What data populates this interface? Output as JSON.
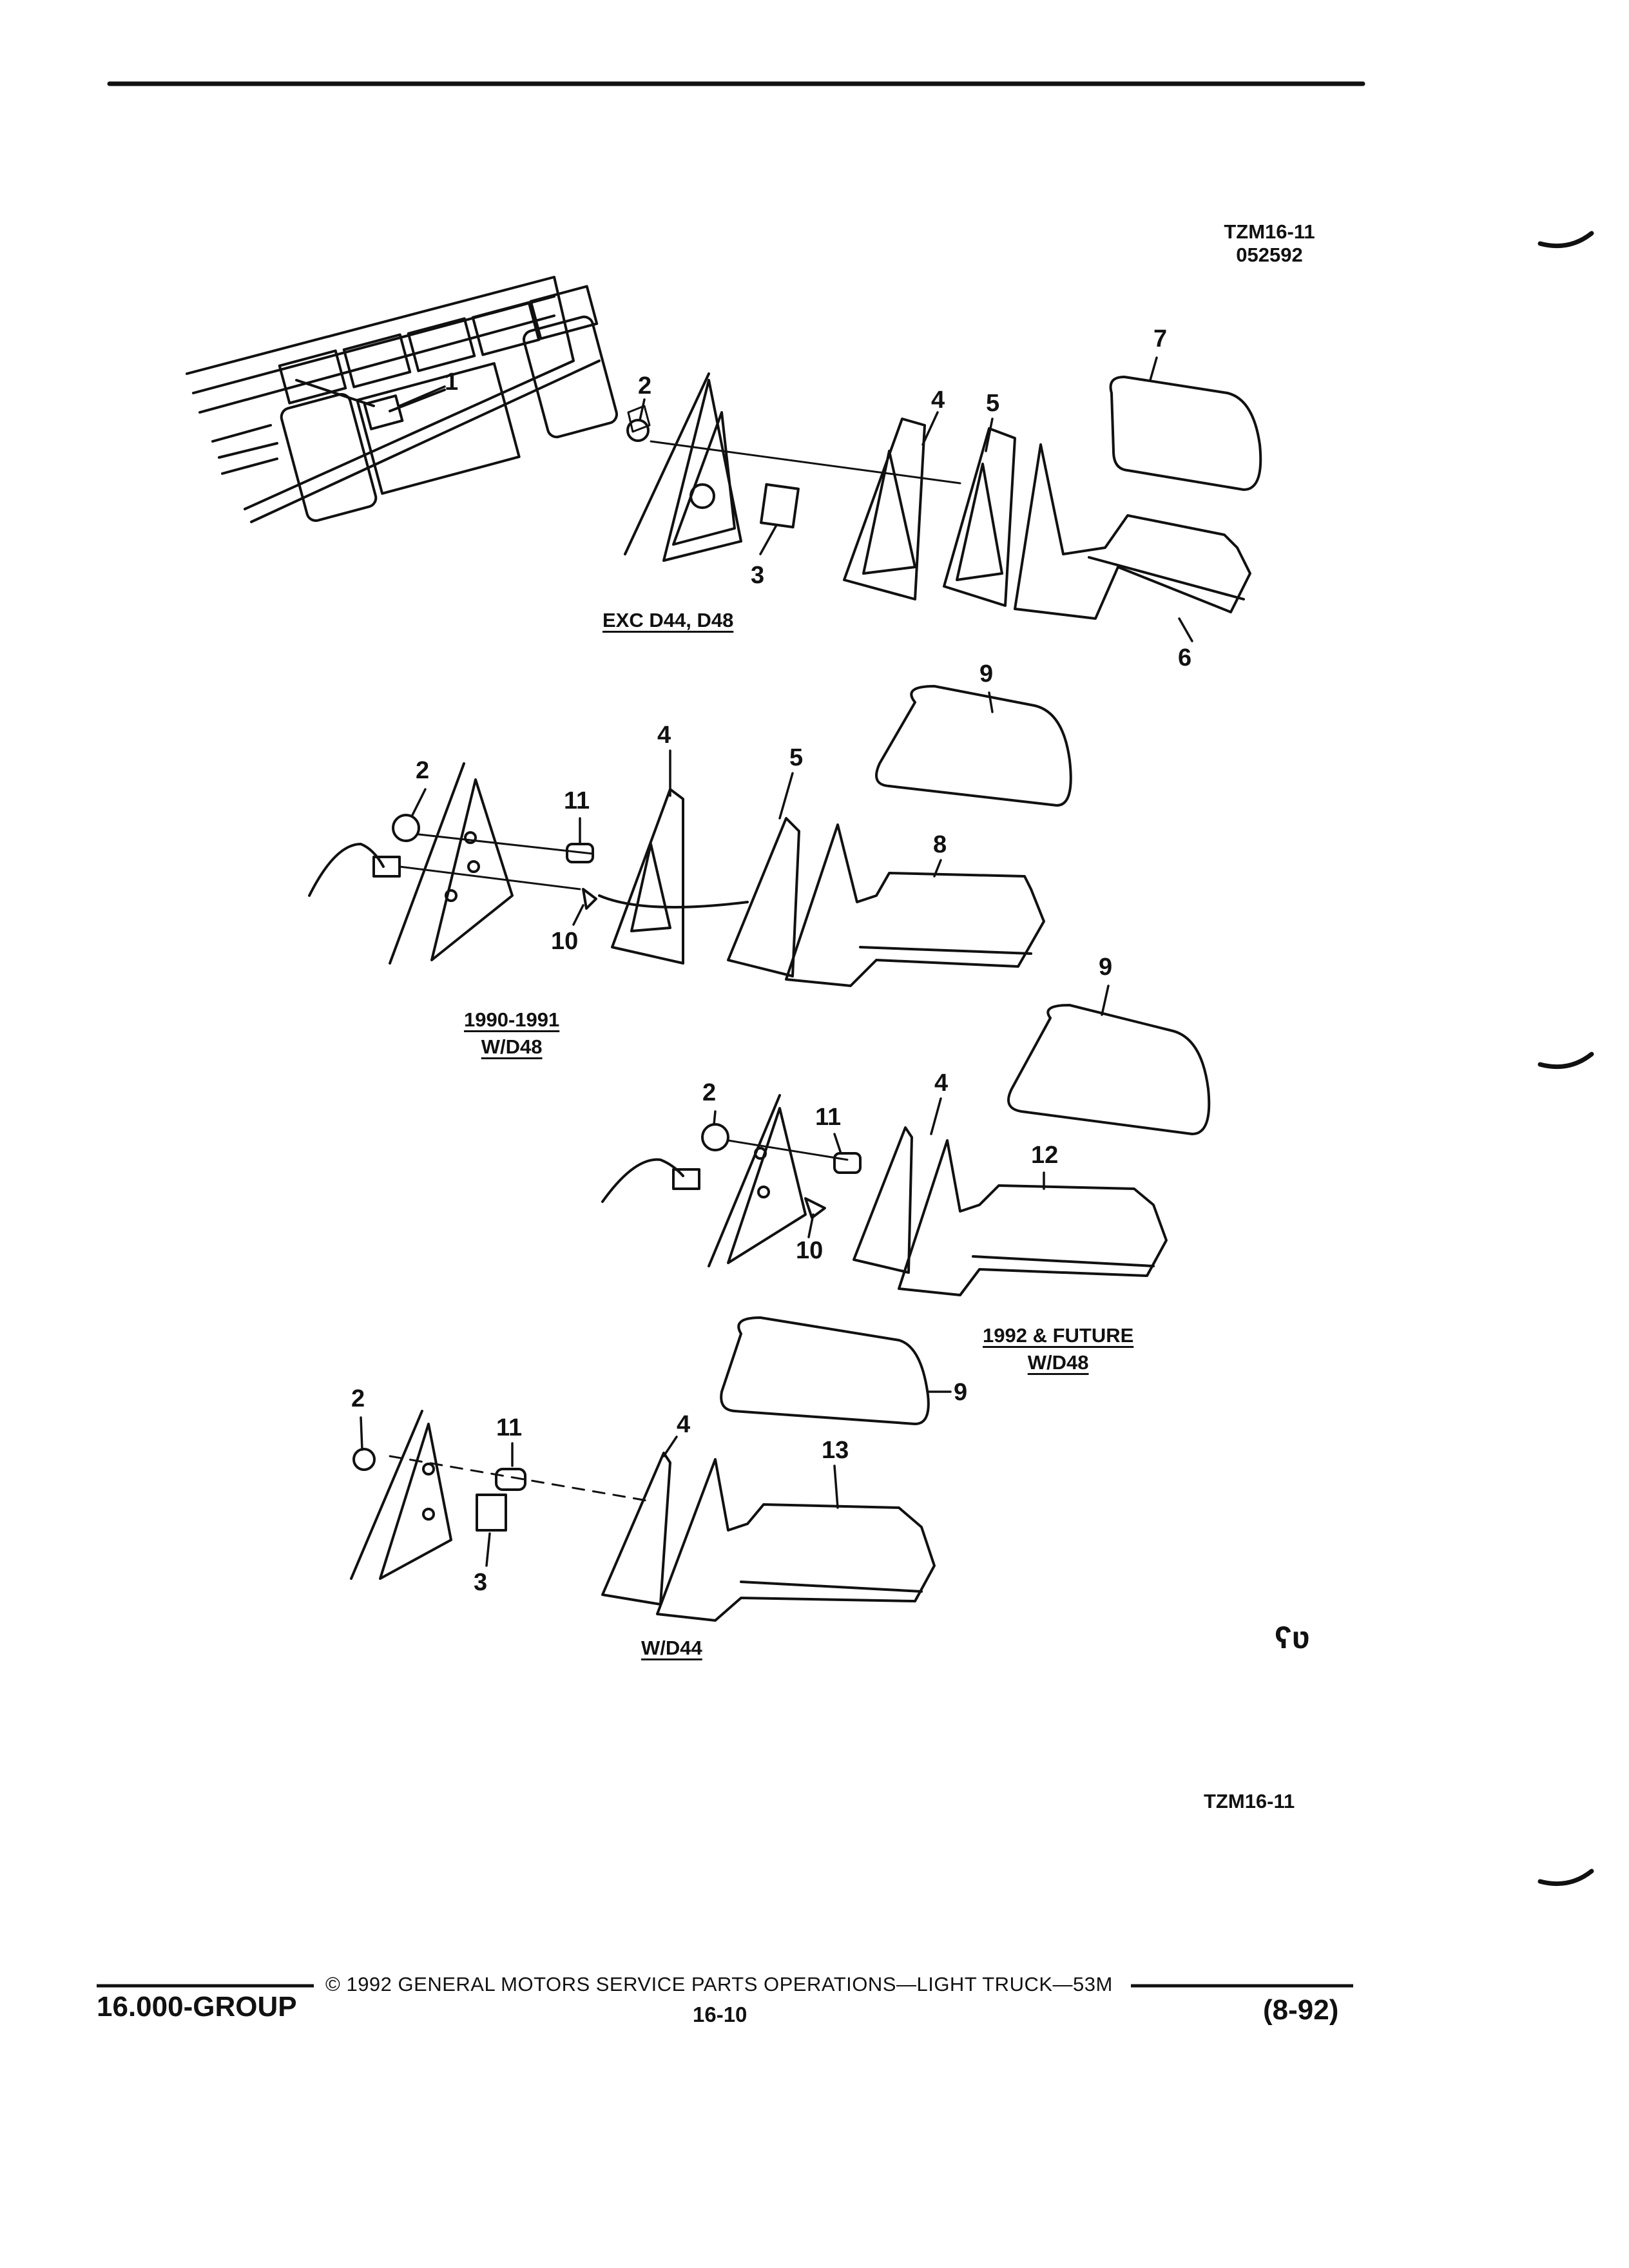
{
  "header": {
    "ref_code": "TZM16-11",
    "ref_date": "052592"
  },
  "sections": [
    {
      "caption": "EXC D44, D48"
    },
    {
      "caption_line1": "1990-1991",
      "caption_line2": "W/D48"
    },
    {
      "caption_line1": "1992 & FUTURE",
      "caption_line2": "W/D48"
    },
    {
      "caption": "W/D44"
    }
  ],
  "callouts": {
    "s1": [
      "1",
      "2",
      "3",
      "4",
      "5",
      "6",
      "7"
    ],
    "s2": [
      "2",
      "4",
      "5",
      "8",
      "9",
      "10",
      "11"
    ],
    "s3": [
      "2",
      "4",
      "9",
      "10",
      "11",
      "12"
    ],
    "s4": [
      "2",
      "3",
      "4",
      "9",
      "11",
      "13"
    ]
  },
  "footer": {
    "group": "16.000-GROUP",
    "copyright": "© 1992 GENERAL MOTORS SERVICE PARTS OPERATIONS—LIGHT TRUCK—53M",
    "page": "16-10",
    "edition": "(8-92)",
    "bottom_ref": "TZM16-11",
    "corner_mark": "ʕʋ"
  },
  "colors": {
    "ink": "#111111",
    "paper": "#ffffff"
  }
}
